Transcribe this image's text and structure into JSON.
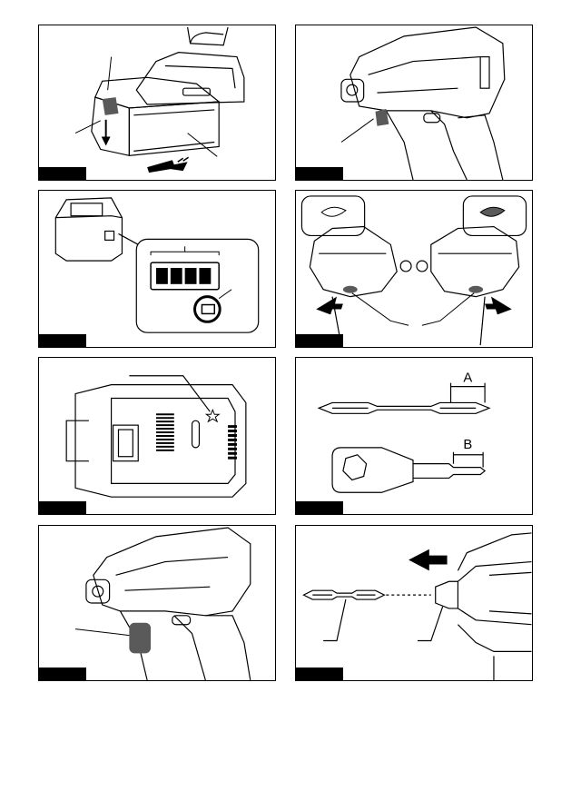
{
  "figures": [
    {
      "id": "fig-1",
      "icons": [
        "battery-cartridge",
        "slide-arrow",
        "button-press-arrow"
      ]
    },
    {
      "id": "fig-2",
      "icons": [
        "impact-driver-head",
        "switch-trigger"
      ]
    },
    {
      "id": "fig-3",
      "icons": [
        "battery-cartridge",
        "capacity-indicator-lamps",
        "check-button"
      ]
    },
    {
      "id": "fig-4",
      "icons": [
        "reversing-switch-lever",
        "push-arrow"
      ]
    },
    {
      "id": "fig-5",
      "icons": [
        "battery-top-view",
        "star-marking"
      ]
    },
    {
      "id": "fig-6",
      "icons": [
        "driver-bit",
        "socket-bit"
      ],
      "labels": {
        "a": "A",
        "b": "B"
      }
    },
    {
      "id": "fig-7",
      "icons": [
        "impact-driver-side",
        "lamp"
      ]
    },
    {
      "id": "fig-8",
      "icons": [
        "driver-bit",
        "tool-sleeve",
        "insert-arrow"
      ]
    }
  ],
  "colors": {
    "line": "#000000",
    "accent": "#5a5a5a",
    "background": "#ffffff"
  }
}
